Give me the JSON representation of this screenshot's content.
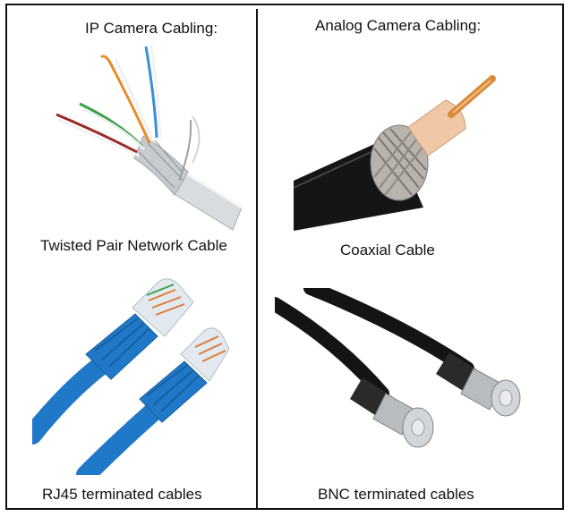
{
  "left": {
    "heading": "IP Camera Cabling:",
    "cable_caption": "Twisted Pair Network Cable",
    "connector_caption": "RJ45 terminated cables"
  },
  "right": {
    "heading": "Analog Camera Cabling:",
    "cable_caption": "Coaxial Cable",
    "connector_caption": "BNC terminated cables"
  },
  "colors": {
    "border": "#111111",
    "rj45_blue": "#1f78c8",
    "coax_jacket": "#151515",
    "copper": "#d98a3a"
  }
}
